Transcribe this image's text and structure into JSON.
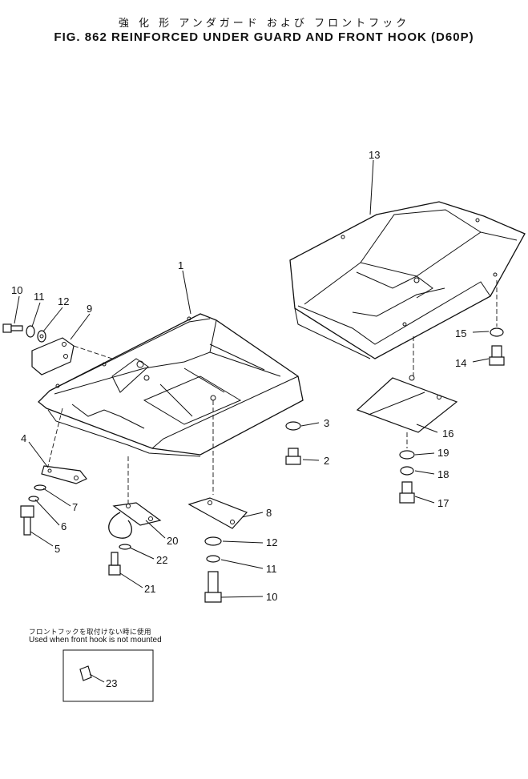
{
  "title": {
    "japanese": "強 化 形 アンダガード および フロントフック",
    "english": "FIG. 862  REINFORCED  UNDER  GUARD  AND  FRONT  HOOK  (D60P)"
  },
  "note": {
    "japanese": "フロントフックを取付けない時に使用",
    "english": "Used when front hook is not mounted"
  },
  "callouts": {
    "c1": "1",
    "c2": "2",
    "c3": "3",
    "c4": "4",
    "c5": "5",
    "c6": "6",
    "c7": "7",
    "c8": "8",
    "c9": "9",
    "c10a": "10",
    "c10b": "10",
    "c11a": "11",
    "c11b": "11",
    "c12a": "12",
    "c12b": "12",
    "c13": "13",
    "c14": "14",
    "c15": "15",
    "c16": "16",
    "c17": "17",
    "c18": "18",
    "c19": "19",
    "c20": "20",
    "c21": "21",
    "c22": "22",
    "c23": "23"
  }
}
